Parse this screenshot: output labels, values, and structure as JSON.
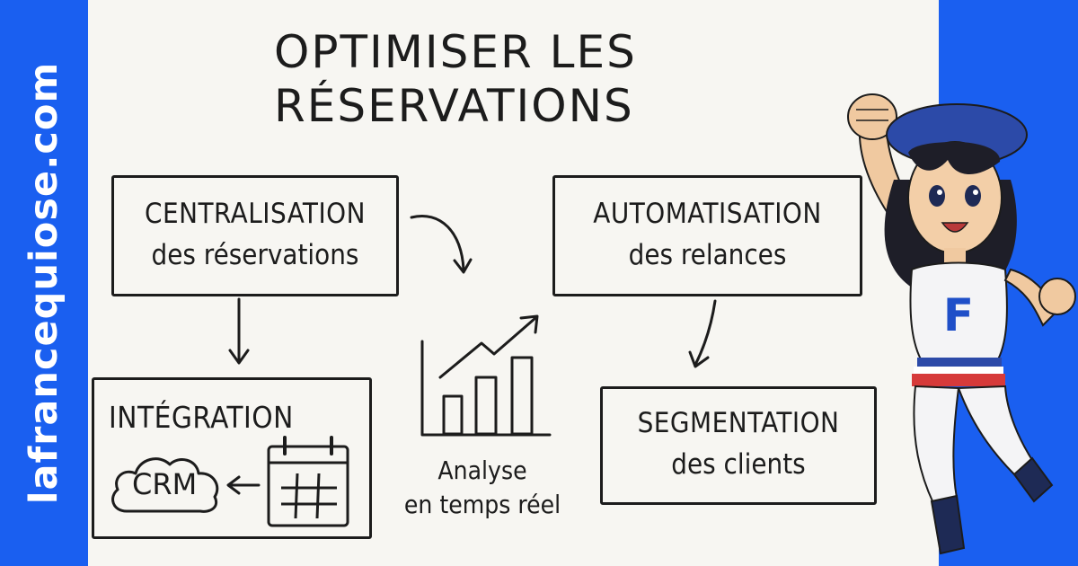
{
  "site": {
    "url": "lafrancequiose.com"
  },
  "title": {
    "line1": "OPTIMISER LES",
    "line2": "RÉSERVATIONS"
  },
  "boxes": {
    "centralisation": {
      "heading": "CENTRALISATION",
      "sub": "des réservations"
    },
    "automatisation": {
      "heading": "AUTOMATISATION",
      "sub": "des relances"
    },
    "segmentation": {
      "heading": "SEGMENTATION",
      "sub": "des clients"
    },
    "integration": {
      "heading": "INTÉGRATION",
      "crm": "CRM"
    }
  },
  "analyse": {
    "line1": "Analyse",
    "line2": "en temps réel"
  },
  "mascot": {
    "shirt_letter": "F"
  },
  "colors": {
    "brand_blue": "#1a5ff0",
    "ink": "#1c1c1c",
    "paper": "#f7f6f2",
    "french_red": "#d63a3a"
  }
}
